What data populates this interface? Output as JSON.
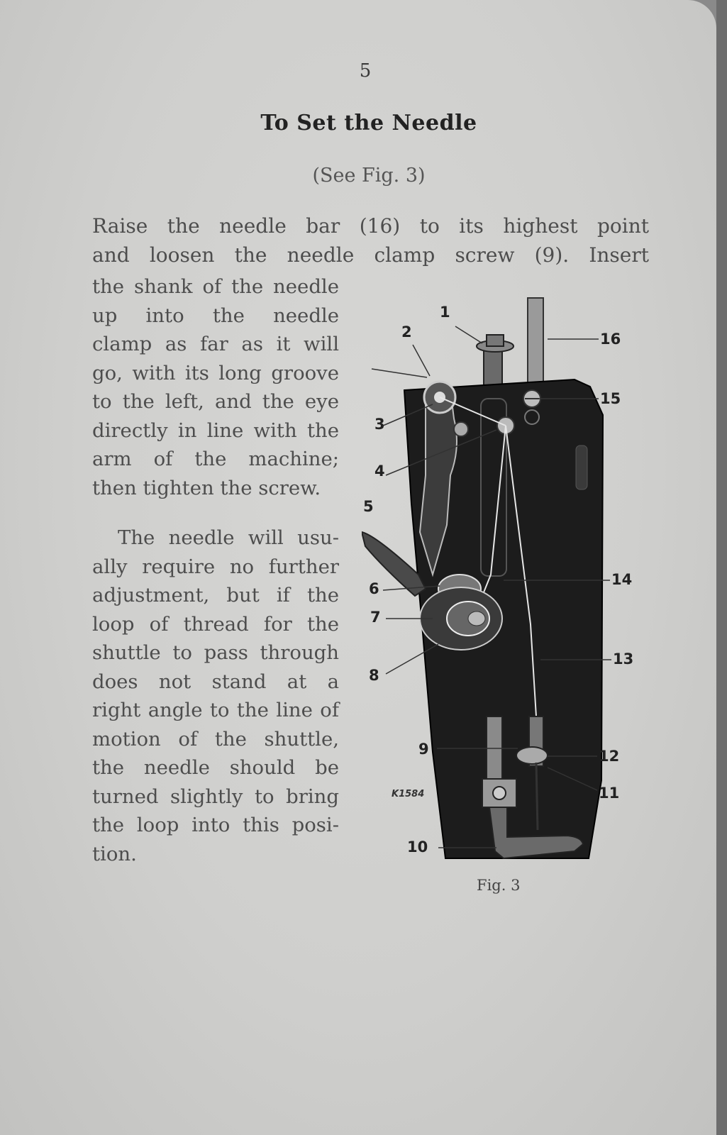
{
  "page_number": "5",
  "title": "To Set the Needle",
  "subtitle": "(See Fig. 3)",
  "paragraph1": {
    "line1": "Raise the needle bar (16) to its highest point",
    "line2": "and loosen the needle clamp screw (9).  Insert",
    "lines": [
      "the shank of the needle",
      "up into the needle",
      "clamp as far as it will",
      "go, with its long groove",
      "to the left, and the eye",
      "directly in line with the",
      "arm of the machine;",
      "then tighten the screw."
    ]
  },
  "paragraph2": {
    "lines": [
      "The needle will usu-",
      "ally require no further",
      "adjustment, but if the",
      "loop of thread for the",
      "shuttle to pass through",
      "does not stand at a",
      "right angle to the line of",
      "motion of the shuttle,",
      "the needle should be",
      "turned slightly to bring",
      "the loop into this posi-",
      "tion."
    ]
  },
  "figure": {
    "caption": "Fig. 3",
    "stamp": "K1584",
    "callouts": {
      "c1": "1",
      "c2": "2",
      "c3": "3",
      "c4": "4",
      "c5": "5",
      "c6": "6",
      "c7": "7",
      "c8": "8",
      "c9": "9",
      "c10": "10",
      "c11": "11",
      "c12": "12",
      "c13": "13",
      "c14": "14",
      "c15": "15",
      "c16": "16"
    }
  }
}
